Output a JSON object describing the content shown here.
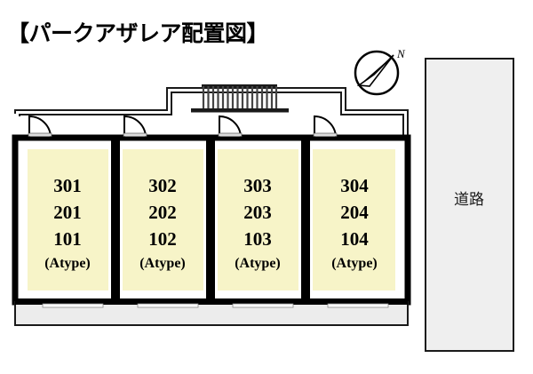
{
  "page": {
    "title": "【パークアザレア配置図】",
    "background_color": "#ffffff"
  },
  "compass": {
    "name": "north-arrow",
    "label": "N",
    "direction": "up-right"
  },
  "road": {
    "label": "道路",
    "fill_color": "#efefef",
    "border_color": "#1a1a1a"
  },
  "building": {
    "unit_fill_color": "#f7f4c8",
    "wall_color": "#000000",
    "corridor_fill_color": "#ffffff",
    "balcony_fill_color": "#ececec",
    "units": [
      {
        "floor3": "301",
        "floor2": "201",
        "floor1": "101",
        "type": "(Atype)"
      },
      {
        "floor3": "302",
        "floor2": "202",
        "floor1": "102",
        "type": "(Atype)"
      },
      {
        "floor3": "303",
        "floor2": "203",
        "floor1": "103",
        "type": "(Atype)"
      },
      {
        "floor3": "304",
        "floor2": "204",
        "floor1": "104",
        "type": "(Atype)"
      }
    ],
    "stairs": {
      "name": "stairs",
      "step_count": 16
    },
    "doors": [
      {
        "name": "entrance-door-101"
      },
      {
        "name": "entrance-door-102"
      },
      {
        "name": "entrance-door-103"
      },
      {
        "name": "entrance-door-104"
      }
    ]
  }
}
